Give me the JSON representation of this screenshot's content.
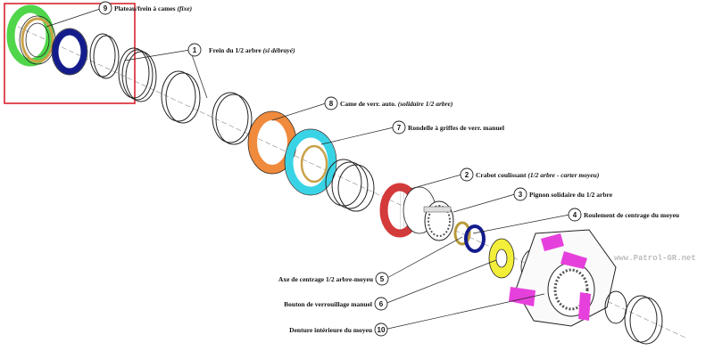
{
  "colors": {
    "highlight_box": "#d9232e",
    "green": "#4fd64a",
    "navy": "#141c8c",
    "orange": "#f08a3c",
    "cyan": "#39d3e6",
    "red": "#d43a3a",
    "yellow": "#f2ee3a",
    "magenta": "#e640dc",
    "ink": "#222222"
  },
  "labels": [
    {
      "id": "9",
      "text": "Plateau/frein à cames",
      "note": "(fixe)"
    },
    {
      "id": "1",
      "text": "Frein du 1/2 arbre",
      "note": "(si débrayé)"
    },
    {
      "id": "8",
      "text": "Came de verr. auto.",
      "note": "(solidaire 1/2 arbre)"
    },
    {
      "id": "7",
      "text": "Rondelle à griffes de verr. manuel",
      "note": ""
    },
    {
      "id": "2",
      "text": "Crabot coulissant",
      "note": "(1/2 arbre - carter moyeu)"
    },
    {
      "id": "3",
      "text": "Pignon solidaire du 1/2 arbre",
      "note": ""
    },
    {
      "id": "4",
      "text": "Roulement de centrage du moyeu",
      "note": ""
    },
    {
      "id": "5",
      "text": "Axe de centrage 1/2 arbre-moyeu",
      "note": ""
    },
    {
      "id": "6",
      "text": "Bouton de verrouillage manuel",
      "note": ""
    },
    {
      "id": "10",
      "text": "Denture intérieure du moyeu",
      "note": ""
    }
  ],
  "watermark": "www.Patrol-GR.net"
}
